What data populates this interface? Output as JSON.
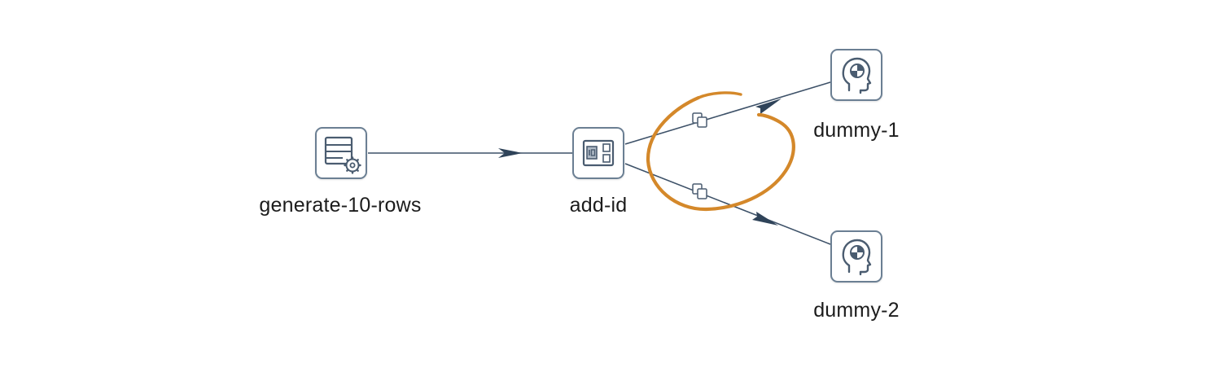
{
  "diagram": {
    "nodes": [
      {
        "id": "generate-10-rows",
        "label": "generate-10-rows",
        "icon": "data-grid-gear-icon"
      },
      {
        "id": "add-id",
        "label": "add-id",
        "icon": "sequence-icon"
      },
      {
        "id": "dummy-1",
        "label": "dummy-1",
        "icon": "head-profile-icon"
      },
      {
        "id": "dummy-2",
        "label": "dummy-2",
        "icon": "head-profile-icon"
      }
    ],
    "hops": [
      {
        "from": "generate-10-rows",
        "to": "add-id"
      },
      {
        "from": "add-id",
        "to": "dummy-1",
        "icon": "copy-rows-icon"
      },
      {
        "from": "add-id",
        "to": "dummy-2",
        "icon": "copy-rows-icon"
      }
    ],
    "annotation": {
      "shape": "hand-drawn-circle",
      "color": "#d4882a"
    },
    "colors": {
      "hop": "#3d5168",
      "node_border": "#6b7f93",
      "icon": "#4a5c70"
    }
  }
}
